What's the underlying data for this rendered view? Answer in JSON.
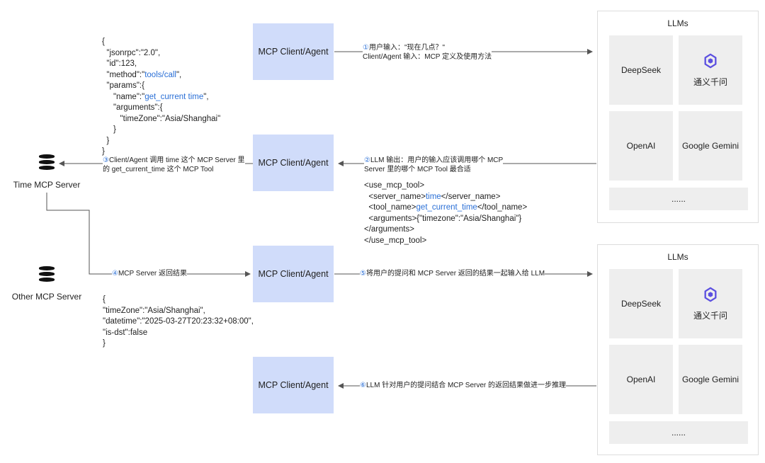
{
  "agent_label": "MCP Client/Agent",
  "panel": {
    "title": "LLMs",
    "cells": [
      "DeepSeek",
      "通义千问",
      "OpenAI",
      "Google Gemini"
    ],
    "more": "......"
  },
  "servers": {
    "time": "Time MCP Server",
    "other": "Other MCP Server"
  },
  "request_json": {
    "l1": "{",
    "l2a": "  \"jsonrpc\":\"2.0\",",
    "l3a": "  \"id\":123,",
    "l4a": "  \"method\":\"",
    "l4b": "tools/call",
    "l4c": "\",",
    "l5a": "  \"params\":{",
    "l6a": "     \"name\":\"",
    "l6b": "get_current time",
    "l6c": "\",",
    "l7a": "     \"arguments\":{",
    "l8a": "        \"timeZone\":\"Asia/Shanghai\"",
    "l9a": "     }",
    "l10a": "  }",
    "l11a": "}"
  },
  "tool_xml": {
    "l1": "<use_mcp_tool>",
    "l2a": "  <server_name>",
    "l2b": "time",
    "l2c": "</server_name>",
    "l3a": "  <tool_name>",
    "l3b": "get_current_time",
    "l3c": "</tool_name>",
    "l4": "  <arguments>{\"timezone\":\"Asia/Shanghai\"}",
    "l5": "</arguments>",
    "l6": "</use_mcp_tool>"
  },
  "result_json": {
    "l1": "{",
    "l2": "\"timeZone\":\"Asia/Shanghai\",",
    "l3": "\"datetime\":\"2025-03-27T20:23:32+08:00\",",
    "l4": "\"is-dst\":false",
    "l5": "}"
  },
  "steps": {
    "s1_num": "①",
    "s1_line1": "用户输入：\"现在几点？\"",
    "s1_line2": "Client/Agent 输入：MCP 定义及使用方法",
    "s2_num": "②",
    "s2_line1": "LLM 输出：用户的输入应该调用哪个 MCP",
    "s2_line2": "Server 里的哪个 MCP Tool 最合适",
    "s3_num": "③",
    "s3_line1": "Client/Agent 调用 time 这个 MCP Server 里",
    "s3_line2": "的 get_current_time 这个 MCP Tool",
    "s4_num": "④",
    "s4_line1": "MCP Server 返回结果",
    "s5_num": "⑤",
    "s5_line1": "将用户的提问和 MCP Server 返回的结果一起输入给 LLM",
    "s6_num": "⑥",
    "s6_line1": "LLM 针对用户的提问结合 MCP Server 的返回结果做进一步推理"
  },
  "colors": {
    "agent_fill": "#d0dcfa",
    "cell_fill": "#eeeeee",
    "highlight": "#2a6fd6",
    "line": "#555555"
  }
}
